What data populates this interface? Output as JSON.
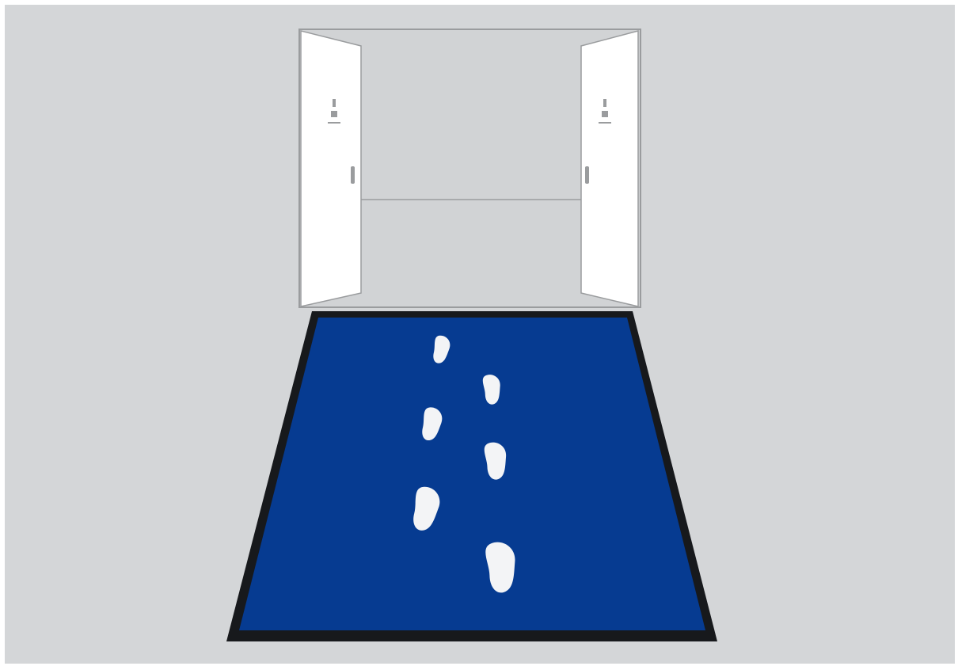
{
  "scene": {
    "kind": "illustration",
    "colors": {
      "backdrop": "#d4d6d8",
      "frame": "#ffffff",
      "wall": "#d1d3d5",
      "door_panel": "#ffffff",
      "line": "#9a9c9e",
      "mat_fill": "#063b91",
      "mat_border": "#17191c",
      "footprint": "#f3f4f6"
    },
    "doors": {
      "state": "open",
      "count": 2
    },
    "mat": {
      "footprint_count": 6
    }
  }
}
